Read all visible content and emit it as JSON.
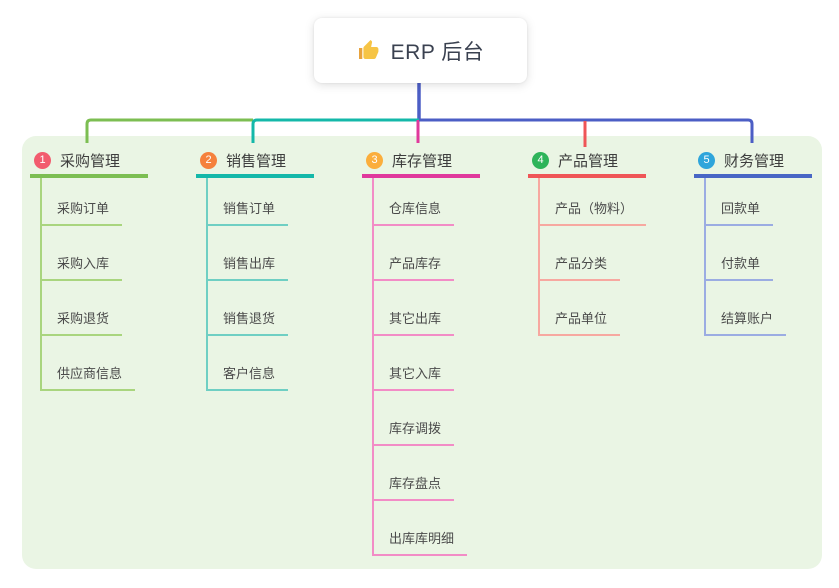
{
  "root": {
    "label": "ERP 后台",
    "icon": "thumbs-up-icon",
    "trunk_color": "#4C5EC5"
  },
  "panel_color": "#EAF5E4",
  "branches": [
    {
      "number": "1",
      "title": "采购管理",
      "color": "#7CBE52",
      "light": "#A9D57E",
      "circle": "#F25C6E",
      "children": [
        "采购订单",
        "采购入库",
        "采购退货",
        "供应商信息"
      ]
    },
    {
      "number": "2",
      "title": "销售管理",
      "color": "#14B8A9",
      "light": "#6FCFC3",
      "circle": "#F5813D",
      "children": [
        "销售订单",
        "销售出库",
        "销售退货",
        "客户信息"
      ]
    },
    {
      "number": "3",
      "title": "库存管理",
      "color": "#E0399C",
      "light": "#F28CC6",
      "circle": "#FBAE3C",
      "children": [
        "仓库信息",
        "产品库存",
        "其它出库",
        "其它入库",
        "库存调拨",
        "库存盘点",
        "出库库明细"
      ]
    },
    {
      "number": "4",
      "title": "产品管理",
      "color": "#EF5557",
      "light": "#F7A8A0",
      "circle": "#2EB45A",
      "children": [
        "产品（物料）",
        "产品分类",
        "产品单位"
      ]
    },
    {
      "number": "5",
      "title": "财务管理",
      "color": "#4866C5",
      "light": "#9BACE2",
      "circle": "#2FA5DB",
      "children": [
        "回款单",
        "付款单",
        "结算账户"
      ]
    }
  ]
}
